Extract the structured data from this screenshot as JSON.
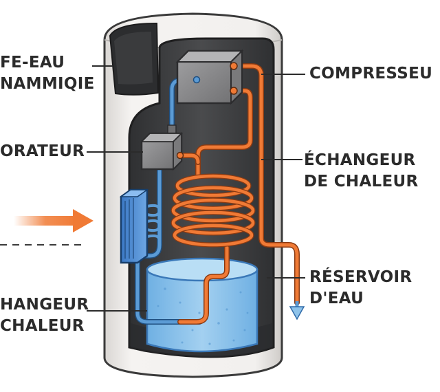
{
  "labels": {
    "chauffe_eau": {
      "line1": "FE-EAU",
      "line2": "NAMMIQIE"
    },
    "evaporateur": "ORATEUR",
    "compresseur": "COMPRESSEU",
    "echangeur_right": {
      "line1": "ÉCHANGEUR",
      "line2": "DE CHALEUR"
    },
    "reservoir": {
      "line1": "RÉSERVOIR",
      "line2": "D'EAU"
    },
    "echangeur_left": {
      "line1": "HANGEUR",
      "line2": "CHALEUR"
    }
  },
  "colors": {
    "hot_pipe": "#f07a35",
    "cold_pipe": "#5b9bd5",
    "water": "#8ec3ea",
    "housing": "#f2f0ee",
    "interior": "#3d3e40",
    "component": "#8d8d8f",
    "arrow": "#f07a35",
    "text": "#2b2b2b"
  }
}
